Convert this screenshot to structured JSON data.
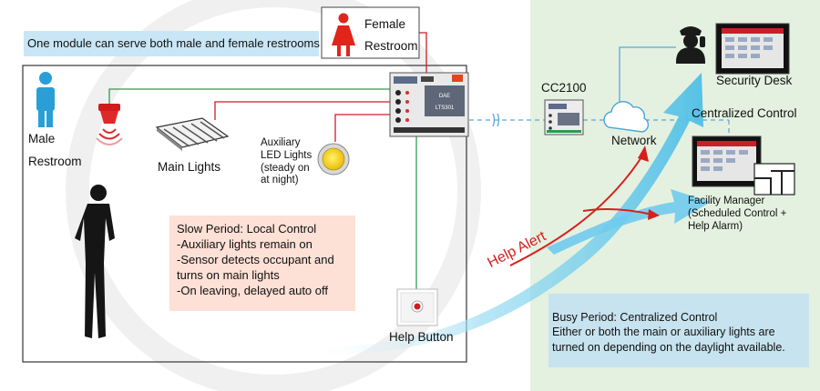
{
  "top_note": "One module can serve both male and female restrooms",
  "female": {
    "line1": "Female",
    "line2": "Restroom"
  },
  "male": {
    "line1": "Male",
    "line2": "Restroom"
  },
  "main_lights": "Main Lights",
  "aux_lights": {
    "lines": [
      "Auxiliary",
      "LED Lights",
      "(steady on",
      "at night)"
    ]
  },
  "module": {
    "brand": "DAE",
    "model": "LTS301"
  },
  "cc2100": "CC2100",
  "network": "Network",
  "security_desk": "Security Desk",
  "centralized_control": "Centralized Control",
  "facility_manager": {
    "lines": [
      "Facility Manager",
      "(Scheduled Control +",
      "Help Alarm)"
    ]
  },
  "help_alert": "Help Alert",
  "help_button": "Help Button",
  "slow_period": {
    "title": "Slow Period: Local Control",
    "lines": [
      "-Auxiliary lights remain on",
      "-Sensor detects occupant and",
      "turns on main lights",
      "-On leaving, delayed auto off"
    ]
  },
  "busy_period": {
    "title": "Busy Period: Centralized Control",
    "lines": [
      "Either or both the main or auxiliary lights are",
      "turned on depending on the daylight available."
    ]
  },
  "colors": {
    "green_zone": "#e4f1e0",
    "accent_blue": "#5fc6ea",
    "alert_red": "#d81e1e",
    "wire_green": "#2e9e52",
    "wire_red": "#cc1d24"
  }
}
